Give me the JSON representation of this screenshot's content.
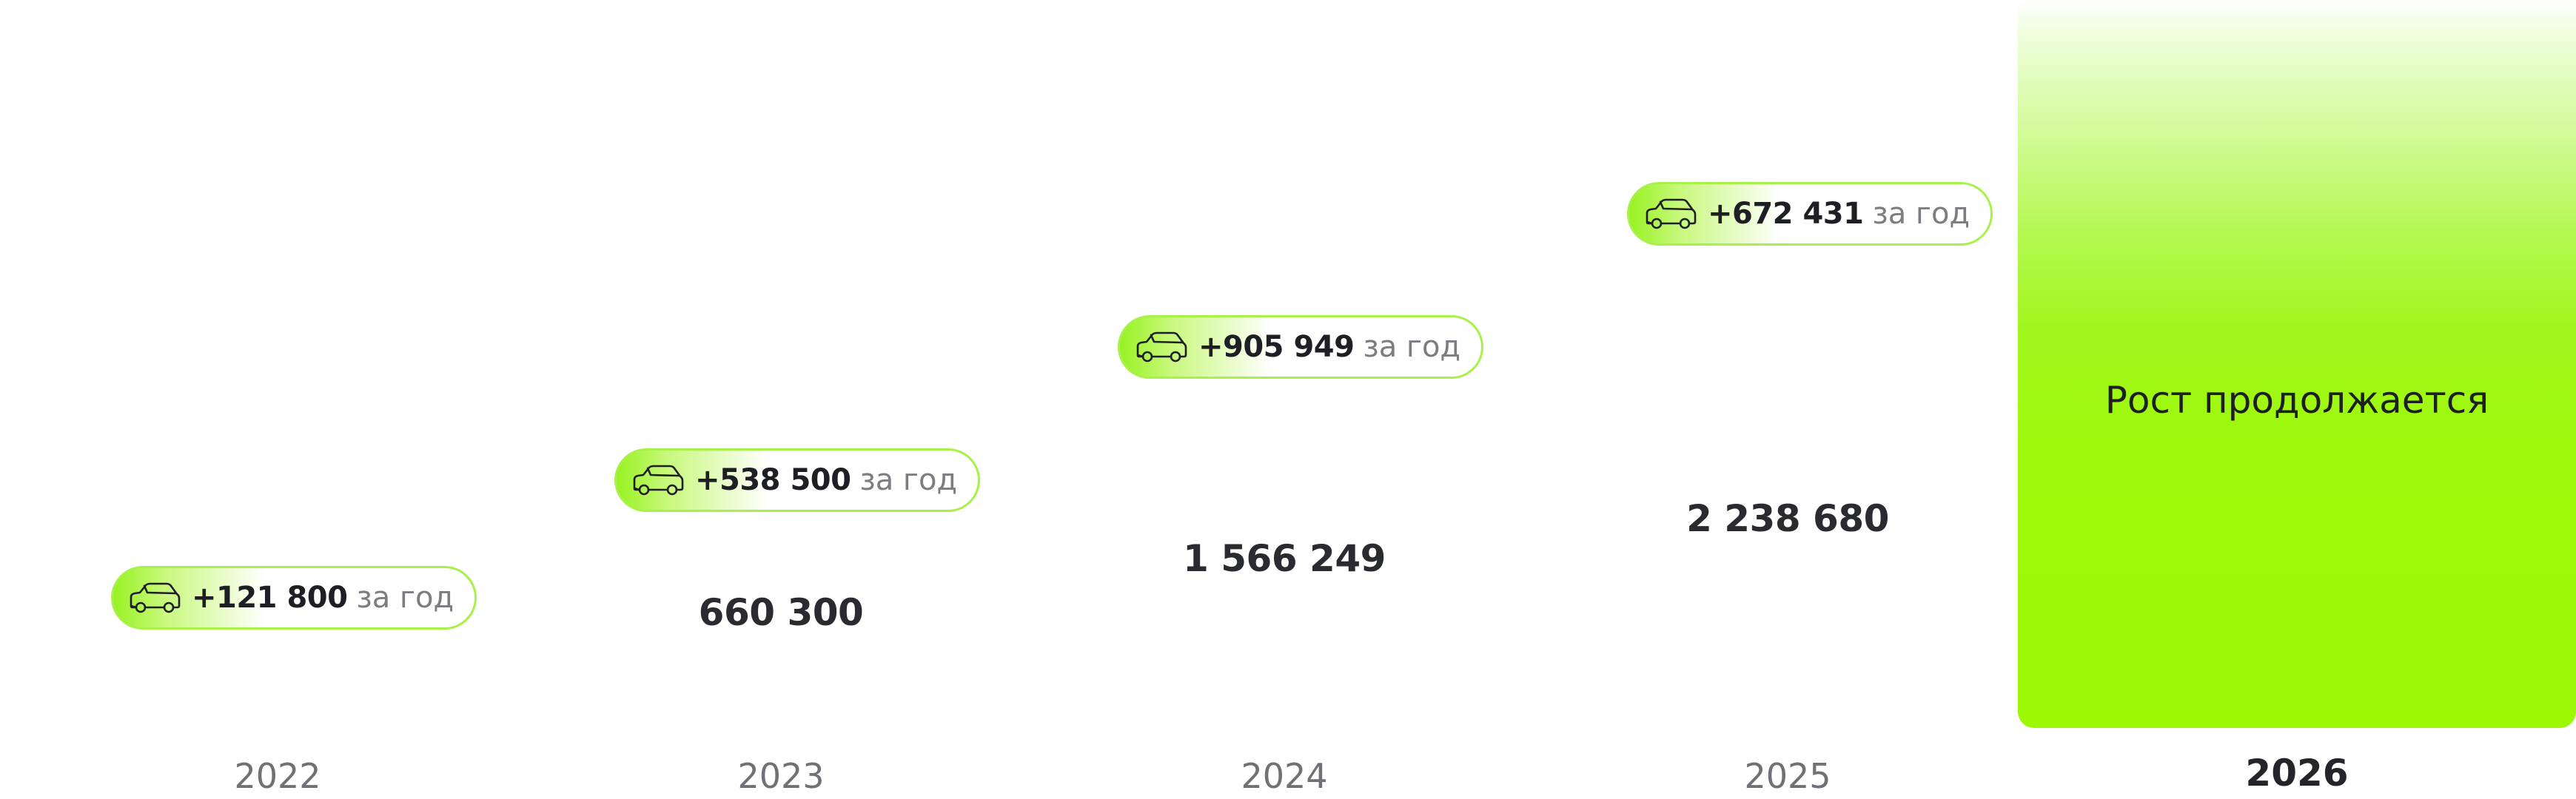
{
  "chart_data": {
    "type": "bar",
    "title": "",
    "xlabel": "",
    "ylabel": "",
    "categories": [
      "2022",
      "2023",
      "2024",
      "2025",
      "2026"
    ],
    "series": [
      {
        "values": [
          null,
          660300,
          1566249,
          2238680,
          null
        ],
        "labels": [
          "",
          "660 300",
          "1 566 249",
          "2 238 680",
          ""
        ]
      }
    ],
    "increments": [
      {
        "year": "2022",
        "value": 121800,
        "label": "+121 800"
      },
      {
        "year": "2023",
        "value": 538500,
        "label": "+538 500"
      },
      {
        "year": "2024",
        "value": 905949,
        "label": "+905 949"
      },
      {
        "year": "2025",
        "value": 672431,
        "label": "+672 431"
      }
    ],
    "increment_unit": "за год",
    "highlight": {
      "year": "2026",
      "text": "Рост продолжается"
    },
    "colors": {
      "accent": "#9cf805",
      "accent_border": "#a8f14a",
      "text": "#1e1f24",
      "muted": "#7b7d83"
    },
    "icon": "car-icon",
    "grid": false,
    "legend": "none"
  }
}
